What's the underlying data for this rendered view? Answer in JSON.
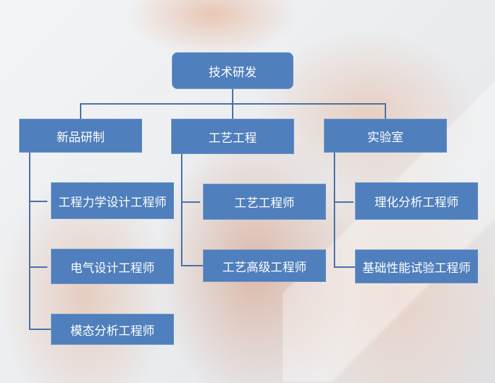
{
  "root": {
    "label": "技术研发"
  },
  "departments": [
    {
      "label": "新品研制",
      "roles": [
        "工程力学设计工程师",
        "电气设计工程师",
        "模态分析工程师"
      ]
    },
    {
      "label": "工艺工程",
      "roles": [
        "工艺工程师",
        "工艺高级工程师"
      ]
    },
    {
      "label": "实验室",
      "roles": [
        "理化分析工程师",
        "基础性能试验工程师"
      ]
    }
  ],
  "colors": {
    "box": "#4f7fbc",
    "line": "#4a6fa5"
  }
}
